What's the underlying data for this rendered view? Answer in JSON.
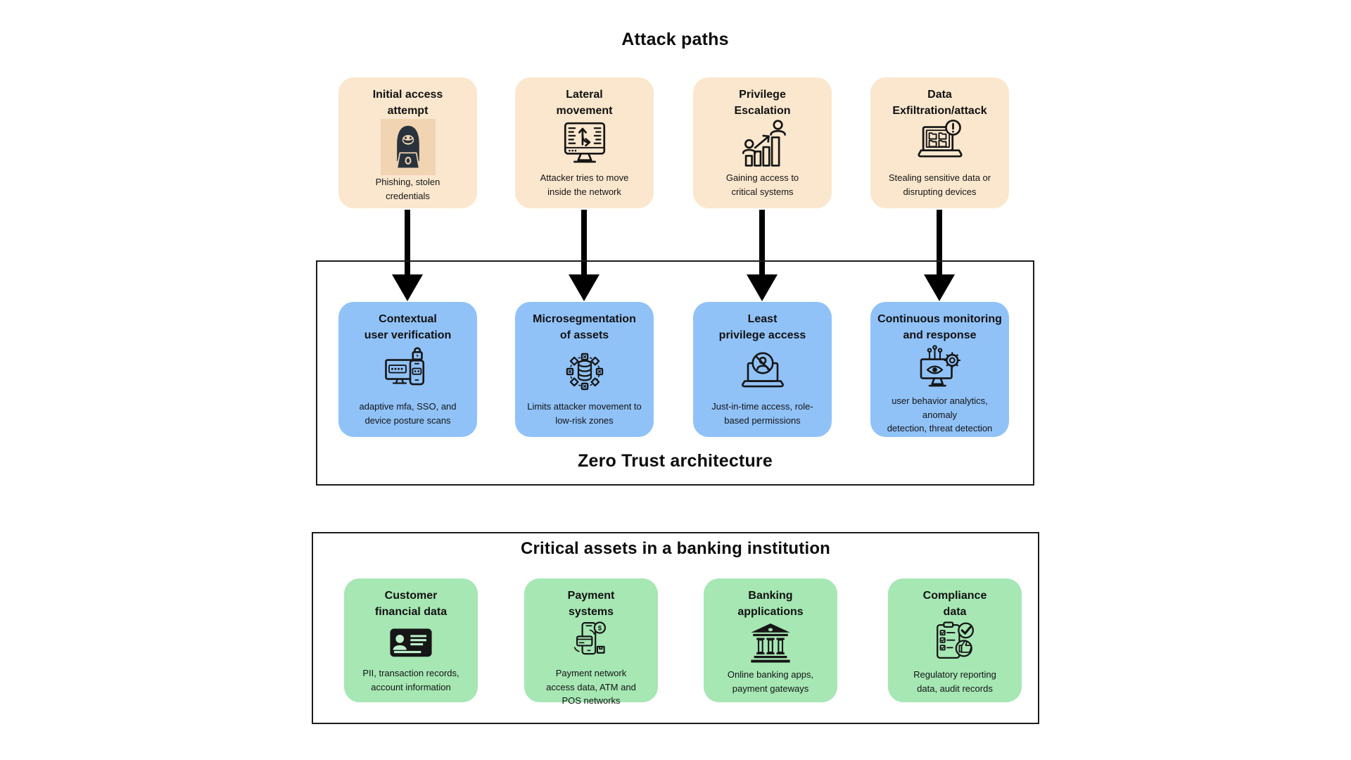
{
  "colors": {
    "attack_card_bg": "#FBE7CE",
    "attack_icon_bg": "#F1D4B2",
    "defense_card_bg": "#90C2F8",
    "asset_card_bg": "#A6E7B4",
    "arrow_color": "#000000",
    "icon_stroke": "#161616",
    "box_border": "#1C1C1C"
  },
  "attack_section": {
    "title": "Attack paths",
    "cards": [
      {
        "title": "Initial access\nattempt",
        "subtitle": "Phishing, stolen\ncredentials",
        "icon": "hacker-icon"
      },
      {
        "title": "Lateral\nmovement",
        "subtitle": "Attacker tries to move\ninside the network",
        "icon": "lateral-movement-icon"
      },
      {
        "title": "Privilege\nEscalation",
        "subtitle": "Gaining access to\ncritical systems",
        "icon": "privilege-escalation-icon"
      },
      {
        "title": "Data\nExfiltration/attack",
        "subtitle": "Stealing sensitive data or\ndisrupting devices",
        "icon": "data-exfiltration-icon"
      }
    ]
  },
  "zero_trust_section": {
    "label": "Zero Trust architecture",
    "cards": [
      {
        "title": "Contextual\nuser verification",
        "subtitle": "adaptive mfa, SSO, and\ndevice posture scans",
        "icon": "user-verification-icon"
      },
      {
        "title": "Microsegmentation\nof assets",
        "subtitle": "Limits attacker movement to\nlow-risk zones",
        "icon": "microsegmentation-icon"
      },
      {
        "title": "Least\nprivilege access",
        "subtitle": "Just-in-time access, role-\nbased permissions",
        "icon": "least-privilege-icon"
      },
      {
        "title": "Continuous monitoring\nand response",
        "subtitle": "user behavior analytics, anomaly\ndetection, threat detection",
        "icon": "continuous-monitoring-icon"
      }
    ]
  },
  "assets_section": {
    "title": "Critical assets in a banking institution",
    "cards": [
      {
        "title": "Customer\nfinancial data",
        "subtitle": "PII, transaction records,\naccount information",
        "icon": "id-card-icon"
      },
      {
        "title": "Payment\nsystems",
        "subtitle": "Payment network\naccess data, ATM and\nPOS networks",
        "icon": "payment-icon"
      },
      {
        "title": "Banking\napplications",
        "subtitle": "Online banking apps,\npayment gateways",
        "icon": "bank-icon"
      },
      {
        "title": "Compliance\ndata",
        "subtitle": "Regulatory reporting\ndata, audit records",
        "icon": "compliance-icon"
      }
    ]
  }
}
